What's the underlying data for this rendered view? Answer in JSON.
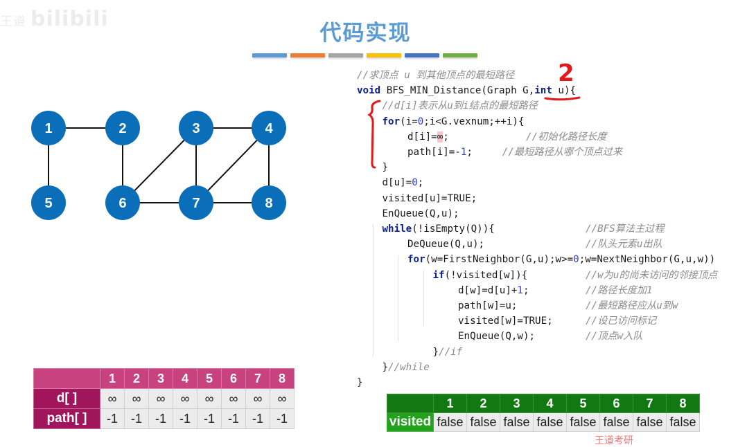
{
  "watermark": {
    "prefix": "王道",
    "brand": "bilibili"
  },
  "slide": {
    "title": "代码实现",
    "stripe_colors": [
      "#5b9bd5",
      "#ed7d31",
      "#a5a5a5",
      "#ffc000",
      "#4472c4",
      "#70ad47"
    ]
  },
  "graph": {
    "node_color": "#0a6fb8",
    "nodes": [
      {
        "id": "1",
        "label": "1"
      },
      {
        "id": "2",
        "label": "2"
      },
      {
        "id": "3",
        "label": "3"
      },
      {
        "id": "4",
        "label": "4"
      },
      {
        "id": "5",
        "label": "5"
      },
      {
        "id": "6",
        "label": "6"
      },
      {
        "id": "7",
        "label": "7"
      },
      {
        "id": "8",
        "label": "8"
      }
    ],
    "edges": [
      [
        "1",
        "2"
      ],
      [
        "1",
        "5"
      ],
      [
        "2",
        "6"
      ],
      [
        "3",
        "4"
      ],
      [
        "3",
        "6"
      ],
      [
        "3",
        "7"
      ],
      [
        "4",
        "7"
      ],
      [
        "4",
        "8"
      ],
      [
        "6",
        "7"
      ],
      [
        "7",
        "8"
      ]
    ]
  },
  "code": {
    "header_comment": "//求顶点 u 到其他顶点的最短路径",
    "lines": [
      {
        "indent": 0,
        "parts": [
          {
            "t": "void",
            "c": "kw"
          },
          {
            "t": " BFS_MIN_Distance(Graph G,"
          },
          {
            "t": "int",
            "c": "kw"
          },
          {
            "t": " u){"
          }
        ]
      },
      {
        "indent": 1,
        "parts": [
          {
            "t": "//d[i]表示从u到i结点的最短路径",
            "c": "cm"
          }
        ]
      },
      {
        "indent": 1,
        "parts": [
          {
            "t": "for",
            "c": "kw"
          },
          {
            "t": "(i="
          },
          {
            "t": "0",
            "c": "num"
          },
          {
            "t": ";i<G.vexnum;++i){"
          }
        ]
      },
      {
        "indent": 2,
        "parts": [
          {
            "t": "d[i]="
          },
          {
            "t": "∞",
            "c": "inf-hl"
          },
          {
            "t": ";"
          }
        ],
        "comment": "//初始化路径长度",
        "comment_col": 20
      },
      {
        "indent": 2,
        "parts": [
          {
            "t": "path[i]=-"
          },
          {
            "t": "1",
            "c": "num"
          },
          {
            "t": ";"
          }
        ],
        "comment": "//最短路径从哪个顶点过来",
        "comment_col": 16
      },
      {
        "indent": 1,
        "parts": [
          {
            "t": "}"
          }
        ]
      },
      {
        "indent": 1,
        "parts": [
          {
            "t": "d[u]="
          },
          {
            "t": "0",
            "c": "num"
          },
          {
            "t": ";"
          }
        ]
      },
      {
        "indent": 1,
        "parts": [
          {
            "t": "visited[u]=TRUE;"
          }
        ]
      },
      {
        "indent": 1,
        "parts": [
          {
            "t": "EnQueue(Q,u);"
          }
        ]
      },
      {
        "indent": 1,
        "parts": [
          {
            "t": "while",
            "c": "kw"
          },
          {
            "t": "(!isEmpty(Q)){"
          }
        ],
        "comment": "//BFS算法主过程",
        "comment_col": 34
      },
      {
        "indent": 2,
        "parts": [
          {
            "t": "DeQueue(Q,u);"
          }
        ],
        "comment": "//队头元素u出队",
        "comment_col": 34
      },
      {
        "indent": 2,
        "parts": [
          {
            "t": "for",
            "c": "kw"
          },
          {
            "t": "(w=FirstNeighbor(G,u);w>="
          },
          {
            "t": "0",
            "c": "num"
          },
          {
            "t": ";w=NextNeighbor(G,u,w))"
          }
        ]
      },
      {
        "indent": 3,
        "parts": [
          {
            "t": "if",
            "c": "kw"
          },
          {
            "t": "(!visited[w]){"
          }
        ],
        "comment": "//w为u的尚未访问的邻接顶点",
        "comment_col": 34
      },
      {
        "indent": 4,
        "parts": [
          {
            "t": "d[w]=d[u]+"
          },
          {
            "t": "1",
            "c": "num"
          },
          {
            "t": ";"
          }
        ],
        "comment": "//路径长度加1",
        "comment_col": 34
      },
      {
        "indent": 4,
        "parts": [
          {
            "t": "path[w]=u;"
          }
        ],
        "comment": "//最短路径应从u到w",
        "comment_col": 34
      },
      {
        "indent": 4,
        "parts": [
          {
            "t": "visited[w]=TRUE;"
          }
        ],
        "comment": "//设已访问标记",
        "comment_col": 34
      },
      {
        "indent": 4,
        "parts": [
          {
            "t": "EnQueue(Q,w);"
          }
        ],
        "comment": "//顶点w入队",
        "comment_col": 34
      },
      {
        "indent": 3,
        "parts": [
          {
            "t": "}"
          },
          {
            "t": "//if",
            "c": "cm"
          }
        ]
      },
      {
        "indent": 1,
        "parts": [
          {
            "t": "}"
          },
          {
            "t": "//while",
            "c": "cm"
          }
        ]
      },
      {
        "indent": 0,
        "parts": [
          {
            "t": "}"
          }
        ]
      }
    ]
  },
  "annotation": {
    "mark": "2",
    "color": "#e01a1a"
  },
  "dist_table": {
    "header_color": "#c8427f",
    "row_label_color": "#a0155c",
    "columns": [
      "1",
      "2",
      "3",
      "4",
      "5",
      "6",
      "7",
      "8"
    ],
    "rows": [
      {
        "label": "d[ ]",
        "values": [
          "∞",
          "∞",
          "∞",
          "∞",
          "∞",
          "∞",
          "∞",
          "∞"
        ]
      },
      {
        "label": "path[ ]",
        "values": [
          "-1",
          "-1",
          "-1",
          "-1",
          "-1",
          "-1",
          "-1",
          "-1"
        ]
      }
    ]
  },
  "visited_table": {
    "header_color": "#127812",
    "row_label_color": "#23a31c",
    "columns": [
      "1",
      "2",
      "3",
      "4",
      "5",
      "6",
      "7",
      "8"
    ],
    "row": {
      "label": "visited",
      "values": [
        "false",
        "false",
        "false",
        "false",
        "false",
        "false",
        "false",
        "false"
      ]
    }
  },
  "footer_watermark": "王道考研"
}
